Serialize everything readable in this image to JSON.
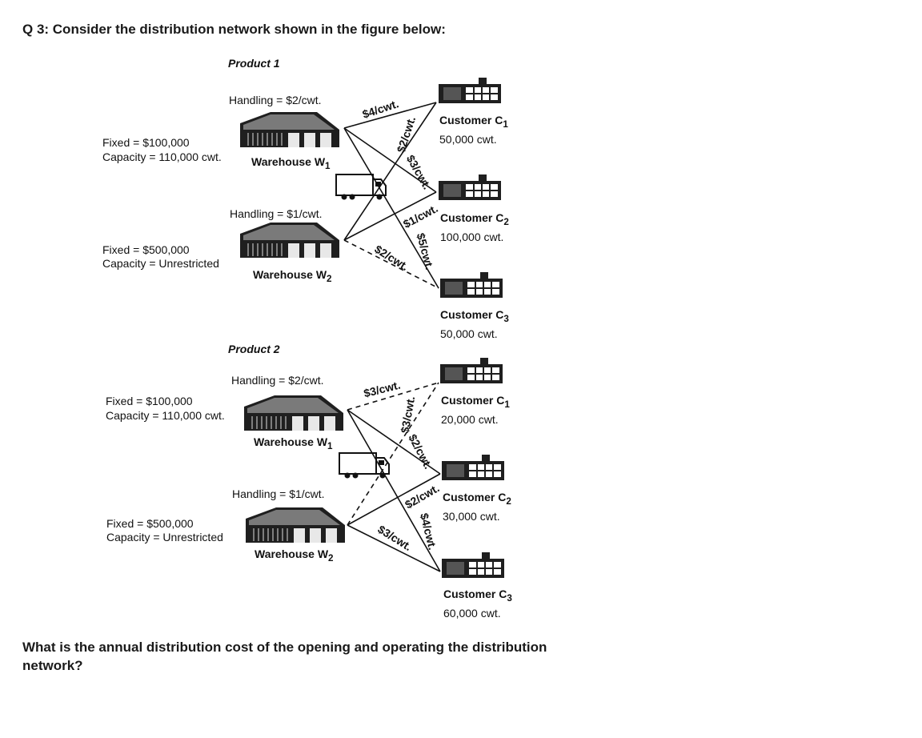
{
  "question": {
    "title": "Q 3: Consider the distribution network shown in the figure below:",
    "prompt": "What is the annual distribution cost of the opening and operating the distribution network?"
  },
  "products": [
    {
      "label": "Product 1",
      "warehouses": [
        {
          "name": "Warehouse W",
          "sub": "1",
          "handling": "Handling = $2/cwt.",
          "fixed": "Fixed = $100,000",
          "capacity": "Capacity = 110,000 cwt."
        },
        {
          "name": "Warehouse W",
          "sub": "2",
          "handling": "Handling = $1/cwt.",
          "fixed": "Fixed = $500,000",
          "capacity": "Capacity = Unrestricted"
        }
      ],
      "customers": [
        {
          "name": "Customer C",
          "sub": "1",
          "demand": "50,000 cwt."
        },
        {
          "name": "Customer C",
          "sub": "2",
          "demand": "100,000 cwt."
        },
        {
          "name": "Customer C",
          "sub": "3",
          "demand": "50,000 cwt."
        }
      ],
      "rates": [
        "$4/cwt.",
        "$2/cwt.",
        "$3/cwt.",
        "$1/cwt.",
        "$2/cwt.",
        "$5/cwt."
      ]
    },
    {
      "label": "Product 2",
      "warehouses": [
        {
          "name": "Warehouse W",
          "sub": "1",
          "handling": "Handling = $2/cwt.",
          "fixed": "Fixed = $100,000",
          "capacity": "Capacity = 110,000 cwt."
        },
        {
          "name": "Warehouse W",
          "sub": "2",
          "handling": "Handling = $1/cwt.",
          "fixed": "Fixed = $500,000",
          "capacity": "Capacity = Unrestricted"
        }
      ],
      "customers": [
        {
          "name": "Customer C",
          "sub": "1",
          "demand": "20,000 cwt."
        },
        {
          "name": "Customer C",
          "sub": "2",
          "demand": "30,000 cwt."
        },
        {
          "name": "Customer C",
          "sub": "3",
          "demand": "60,000 cwt."
        }
      ],
      "rates": [
        "$3/cwt.",
        "$3/cwt.",
        "$2/cwt.",
        "$2/cwt.",
        "$3/cwt.",
        "$4/cwt."
      ]
    }
  ],
  "icons": {
    "warehouse": "warehouse-icon",
    "truck": "truck-icon",
    "customer": "customer-building-icon"
  }
}
